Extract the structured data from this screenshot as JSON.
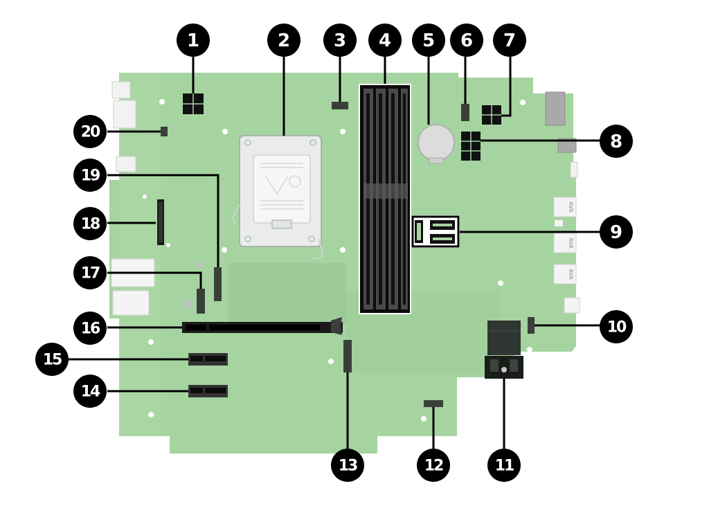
{
  "diagram": {
    "title": "",
    "subject": "motherboard-component-locations",
    "colors": {
      "board": "#a6d4a0",
      "board_shadow": "#98c493",
      "connector": "#111111",
      "connector_gray": "#3d4a3d",
      "port_white": "#f2f2f2",
      "port_gray": "#a9a9a9",
      "callout_fill": "#000000",
      "callout_text": "#ffffff",
      "leader_line": "#000000"
    },
    "callouts": [
      {
        "number": "1",
        "component": "4-pin-power-connector"
      },
      {
        "number": "2",
        "component": "processor-socket"
      },
      {
        "number": "3",
        "component": "header-connector"
      },
      {
        "number": "4",
        "component": "memory-slots"
      },
      {
        "number": "5",
        "component": "rtc-battery"
      },
      {
        "number": "6",
        "component": "header-connector"
      },
      {
        "number": "7",
        "component": "4-pin-power-connector"
      },
      {
        "number": "8",
        "component": "6-pin-power-connector"
      },
      {
        "number": "9",
        "component": "sata-connectors"
      },
      {
        "number": "10",
        "component": "header-connector"
      },
      {
        "number": "11",
        "component": "m2-slot"
      },
      {
        "number": "12",
        "component": "header-connector"
      },
      {
        "number": "13",
        "component": "m2-slot"
      },
      {
        "number": "14",
        "component": "pcie-x1-slot"
      },
      {
        "number": "15",
        "component": "pcie-x1-slot"
      },
      {
        "number": "16",
        "component": "pcie-x16-slot"
      },
      {
        "number": "17",
        "component": "m2-slot"
      },
      {
        "number": "18",
        "component": "pcie-connector"
      },
      {
        "number": "19",
        "component": "m2-slot"
      },
      {
        "number": "20",
        "component": "header-connector"
      }
    ],
    "ports": {
      "usb_label": "AVA"
    }
  }
}
